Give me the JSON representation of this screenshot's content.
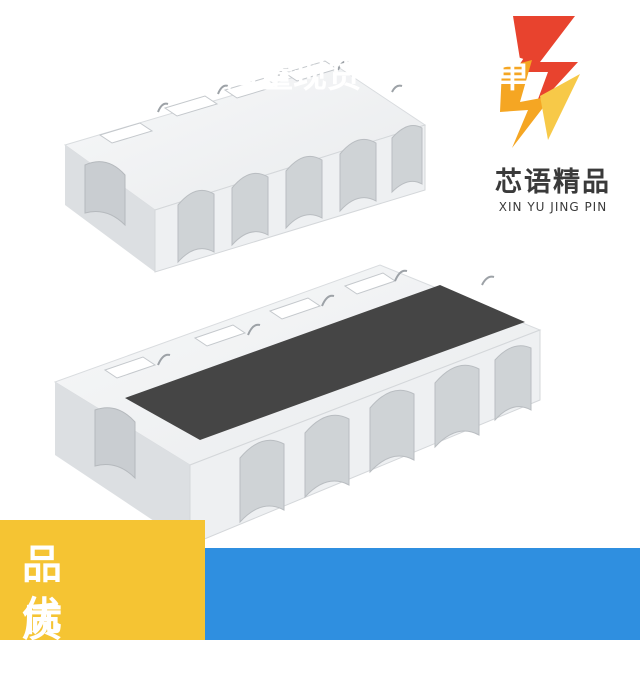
{
  "brand": {
    "name_cn": "芯语精品",
    "name_en": "XIN YU JING PIN",
    "logo_colors": {
      "red": "#e8432e",
      "orange": "#f5a623",
      "yellow": "#f7c948"
    }
  },
  "product": {
    "description": "two views of a white SMD resistor array package with a dark resistive film on top",
    "colors": {
      "body": "#f1f3f4",
      "shade": "#d4d7da",
      "dark": "#bfc3c6",
      "film": "#444444"
    }
  },
  "banner": {
    "quality_line1": "品 质",
    "quality_line2": "优 选",
    "stock_text": "海量现货 BOM配单",
    "colors": {
      "yellow": "#f5c433",
      "blue": "#2f8fe0",
      "text": "#ffffff"
    }
  }
}
